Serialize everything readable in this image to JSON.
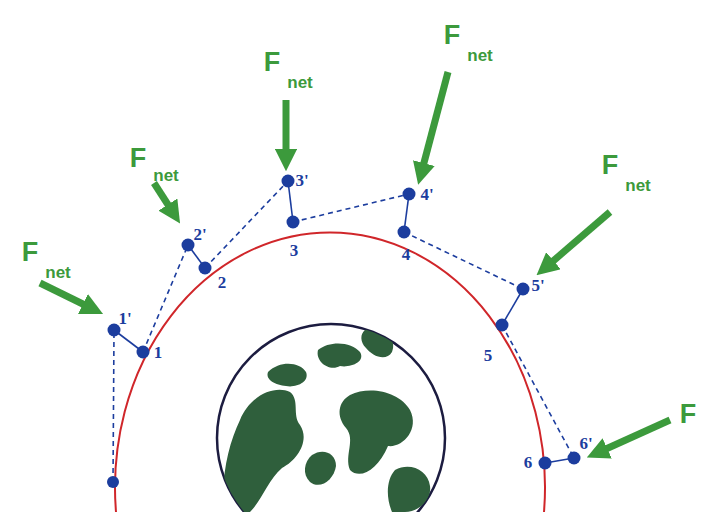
{
  "diagram": {
    "labels": [
      "F",
      "net",
      "1'",
      "1",
      "F",
      "net",
      "2'",
      "2",
      "F",
      "net",
      "3'",
      "3",
      "F",
      "net",
      "4'",
      "4",
      "F",
      "net",
      "5'",
      "5",
      "F",
      "6'",
      "6"
    ]
  }
}
